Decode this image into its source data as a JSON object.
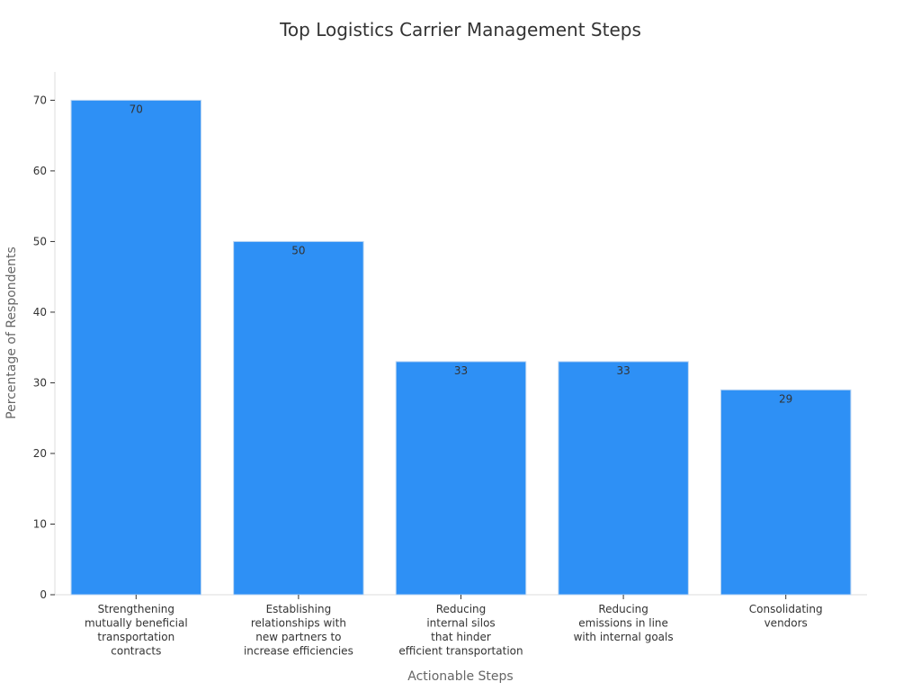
{
  "chart_data": {
    "type": "bar",
    "title": "Top Logistics Carrier Management Steps",
    "xlabel": "Actionable Steps",
    "ylabel": "Percentage of Respondents",
    "ylim": [
      0,
      74
    ],
    "yticks": [
      0,
      10,
      20,
      30,
      40,
      50,
      60,
      70
    ],
    "categories": [
      [
        "Strengthening",
        "mutually beneficial",
        "transportation",
        "contracts"
      ],
      [
        "Establishing",
        "relationships with",
        "new partners to",
        "increase efficiencies"
      ],
      [
        "Reducing",
        "internal silos",
        "that hinder",
        "efficient transportation"
      ],
      [
        "Reducing",
        "emissions in line",
        "with internal goals"
      ],
      [
        "Consolidating",
        "vendors"
      ]
    ],
    "values": [
      70,
      50,
      33,
      33,
      29
    ],
    "data_labels": true,
    "bar_color": "#2e90f5",
    "grid": false,
    "legend": "none"
  }
}
